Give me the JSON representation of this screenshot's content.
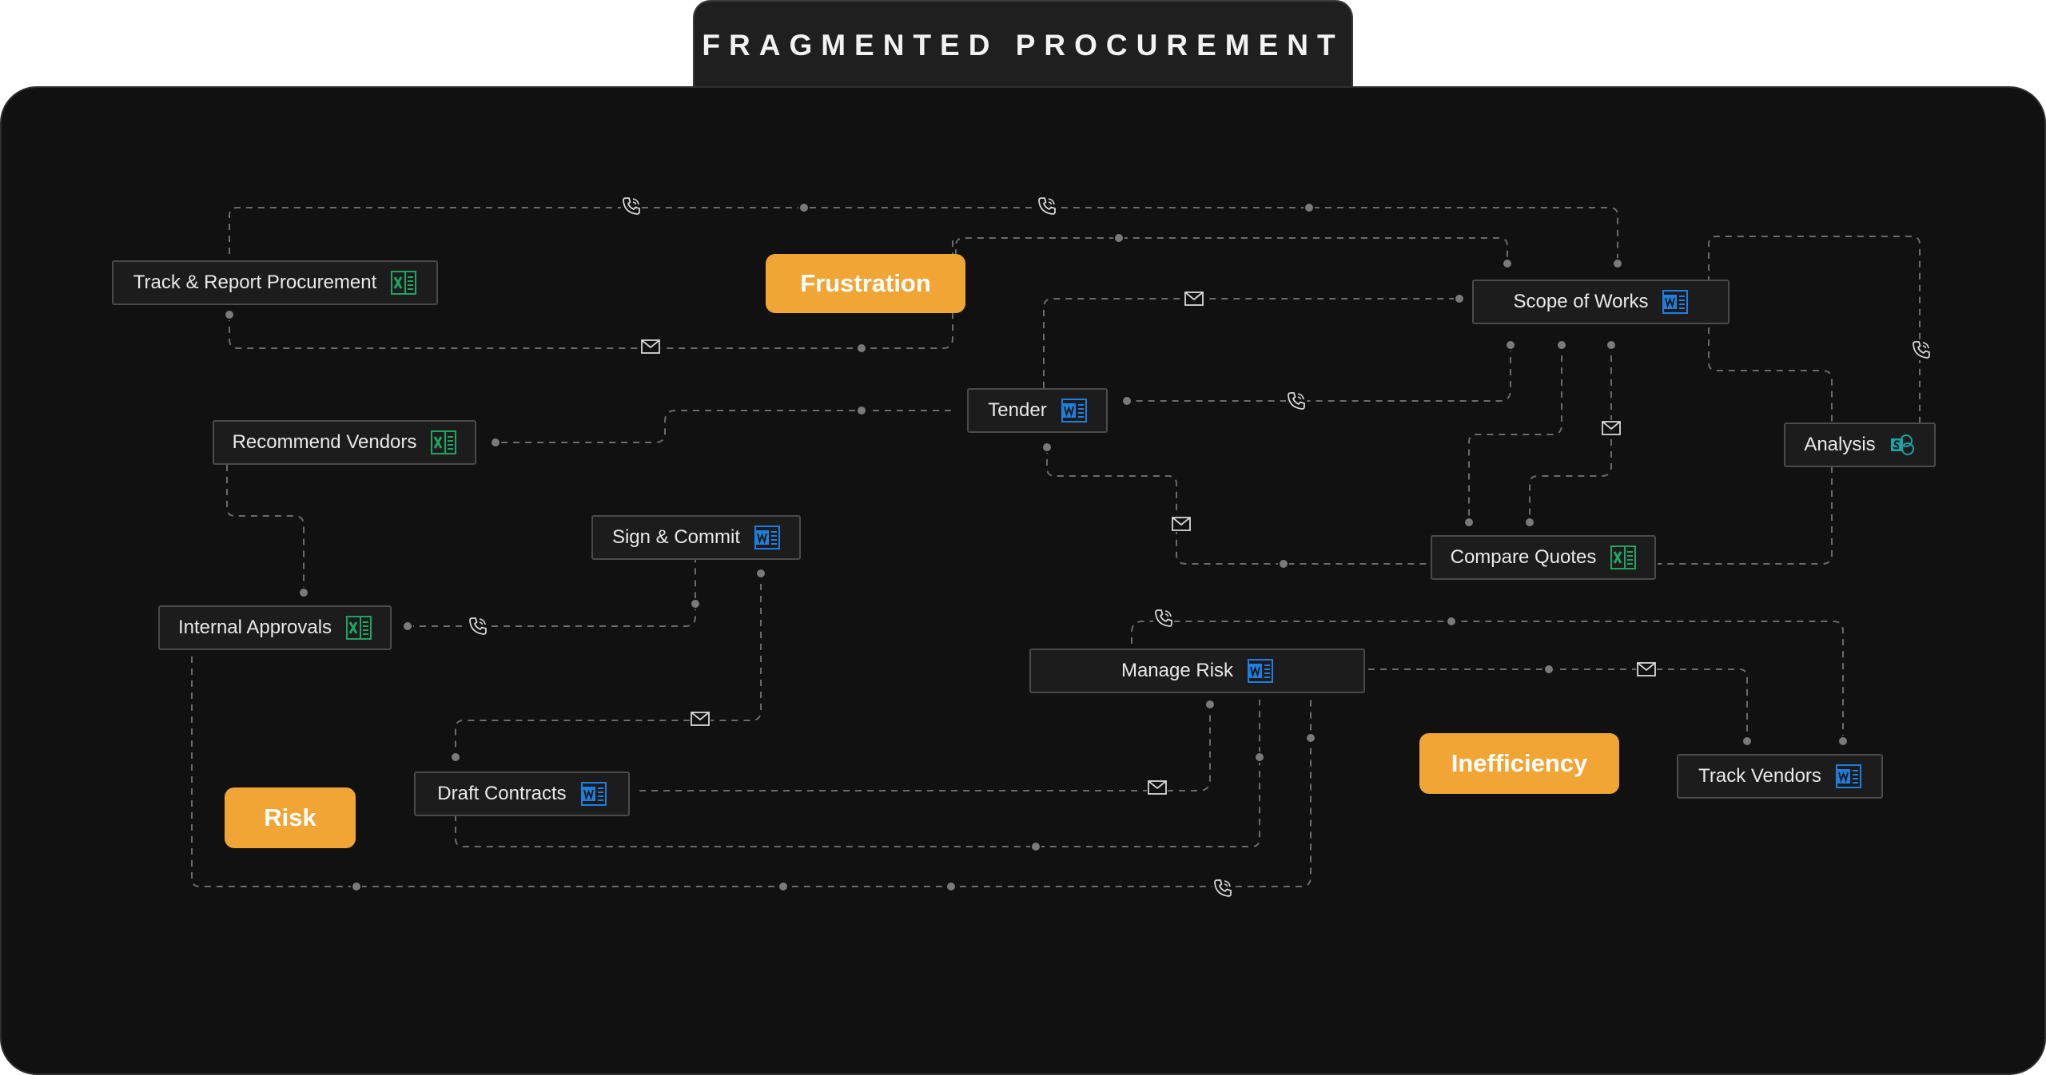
{
  "title": "FRAGMENTED PROCUREMENT",
  "colors": {
    "background": "#111111",
    "tag": "#f0a534",
    "excel": "#1fa463",
    "word": "#1e7fe0",
    "sharepoint": "#1aa3a3",
    "wire": "#6b6b6b"
  },
  "nodes": {
    "track_report": {
      "label": "Track & Report Procurement",
      "icon": "excel-icon"
    },
    "scope_of_works": {
      "label": "Scope of Works",
      "icon": "word-icon"
    },
    "tender": {
      "label": "Tender",
      "icon": "word-icon"
    },
    "recommend_vendors": {
      "label": "Recommend Vendors",
      "icon": "excel-icon"
    },
    "analysis": {
      "label": "Analysis",
      "icon": "sharepoint-icon"
    },
    "sign_commit": {
      "label": "Sign & Commit",
      "icon": "word-icon"
    },
    "compare_quotes": {
      "label": "Compare Quotes",
      "icon": "excel-icon"
    },
    "internal_approvals": {
      "label": "Internal Approvals",
      "icon": "excel-icon"
    },
    "manage_risk": {
      "label": "Manage Risk",
      "icon": "word-icon"
    },
    "draft_contracts": {
      "label": "Draft Contracts",
      "icon": "word-icon"
    },
    "track_vendors": {
      "label": "Track Vendors",
      "icon": "word-icon"
    }
  },
  "tags": {
    "frustration": "Frustration",
    "inefficiency": "Inefficiency",
    "risk": "Risk"
  },
  "connector_icons": [
    "phone-icon",
    "mail-icon"
  ]
}
